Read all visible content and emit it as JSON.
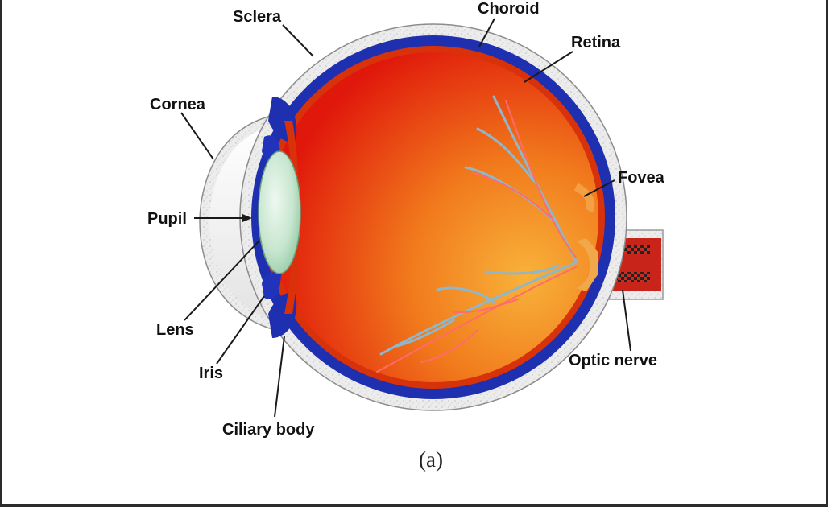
{
  "labels": {
    "sclera": "Sclera",
    "choroid": "Choroid",
    "retina": "Retina",
    "cornea": "Cornea",
    "fovea": "Fovea",
    "pupil": "Pupil",
    "lens": "Lens",
    "iris": "Iris",
    "ciliary_body": "Ciliary body",
    "optic_nerve": "Optic nerve"
  },
  "caption": "(a)",
  "colors": {
    "sclera": "#ececec",
    "choroid": "#1e2fb0",
    "retina": "#d8320a",
    "vitreous_inner": "#f6a32c",
    "vitreous_outer": "#e11a0b",
    "lens": "#bfe2c8",
    "vessels_vein": "#8fb7c9",
    "vessels_artery": "#ff6b6b",
    "optic_nerve": "#c8241a"
  }
}
